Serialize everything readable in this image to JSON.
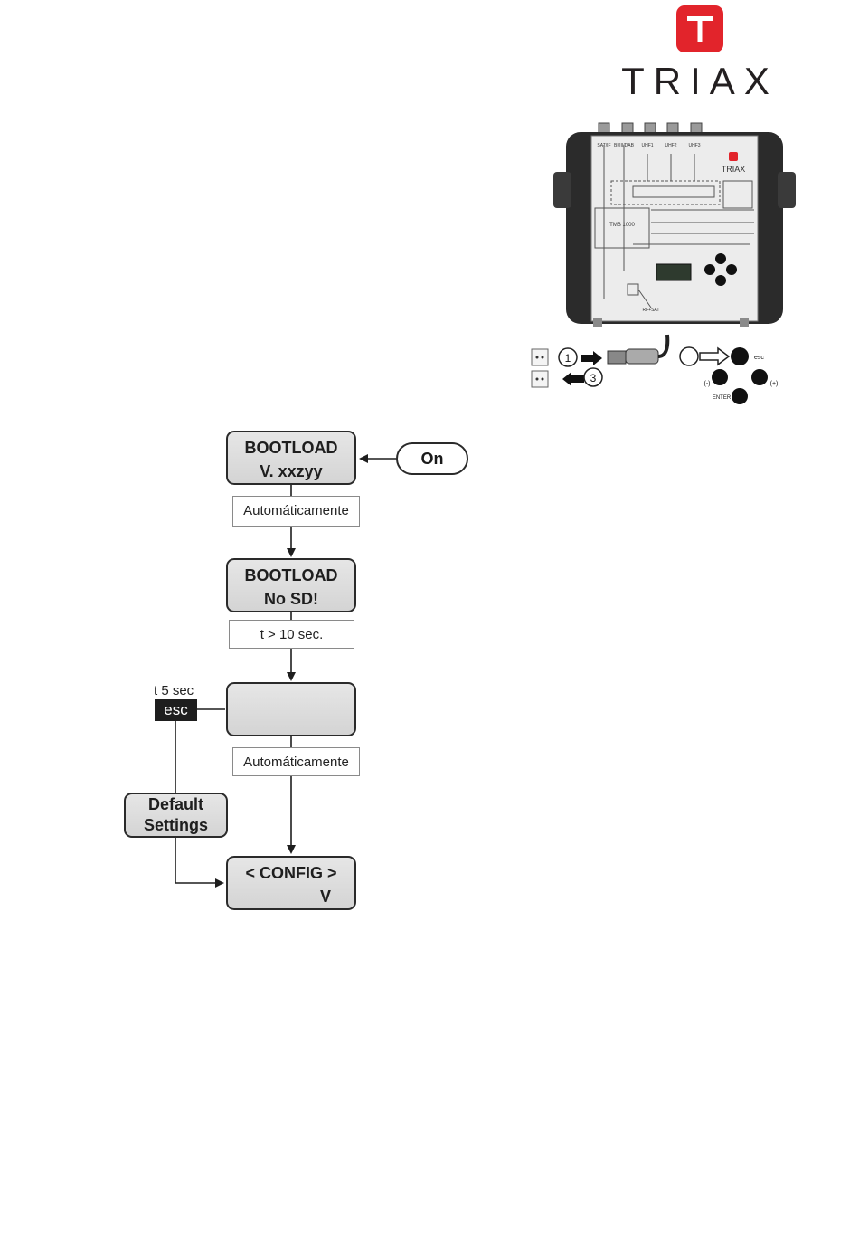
{
  "logo": {
    "brand": "TRIAX",
    "mark_color": "#e2242b"
  },
  "device": {
    "labels": [
      "SAT/IF",
      "BI/III/DAB",
      "UHF1",
      "UHF2",
      "UHF3",
      "TRIAX",
      "TMB 1000",
      "RF+SAT"
    ],
    "buttons": {
      "esc": "esc",
      "enter": "ENTER",
      "left": "(-)",
      "right": "(+)"
    },
    "steps": [
      "1",
      "3"
    ]
  },
  "flow": {
    "box1": {
      "line1": "BOOTLOAD",
      "line2": "V. xxzyy"
    },
    "on_label": "On",
    "note1": "Automáticamente",
    "box2": {
      "line1": "BOOTLOAD",
      "line2": "No SD!"
    },
    "note2": "t > 10 sec.",
    "esc_time": "t 5 sec",
    "esc_label": "esc",
    "note3": "Automáticamente",
    "default_settings": {
      "line1": "Default",
      "line2": "Settings"
    },
    "box4": {
      "line1": "< CONFIG >",
      "line2": "V"
    }
  }
}
